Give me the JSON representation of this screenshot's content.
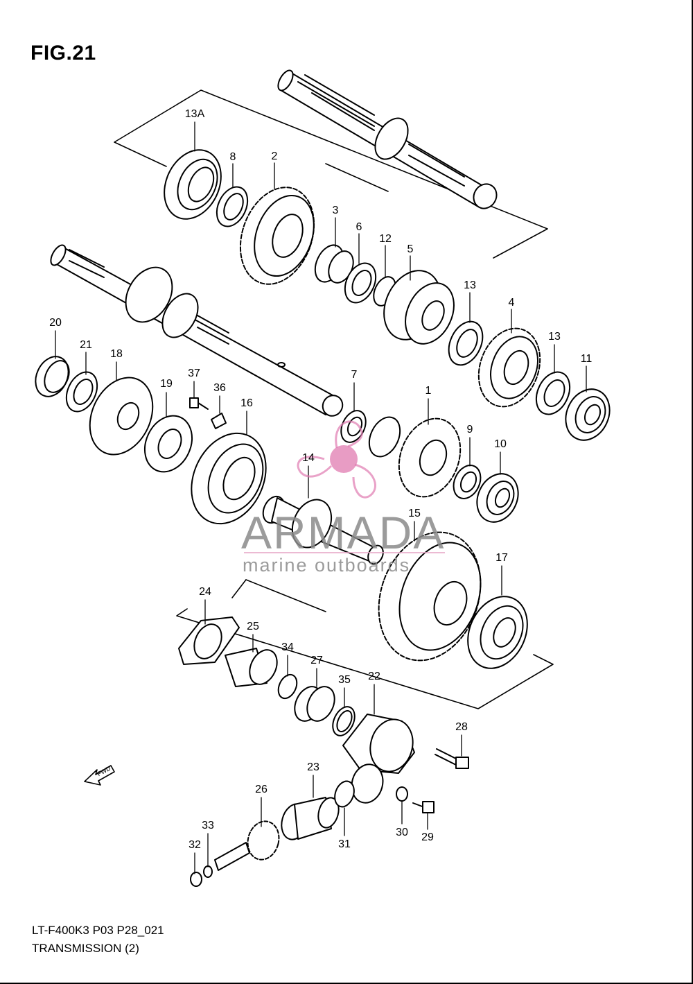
{
  "figure": {
    "title": "FIG.21"
  },
  "footer": {
    "model_code": "LT-F400K3 P03 P28_021",
    "diagram_title": "TRANSMISSION (2)"
  },
  "watermark": {
    "brand": "ARMADA",
    "tagline": "marine outboards",
    "accent_color": "#e07bb0",
    "text_color": "#8a8a8a"
  },
  "direction_badge": {
    "label": "FWD"
  },
  "callouts": [
    {
      "id": "13A"
    },
    {
      "id": "8"
    },
    {
      "id": "2"
    },
    {
      "id": "3"
    },
    {
      "id": "6"
    },
    {
      "id": "12"
    },
    {
      "id": "5"
    },
    {
      "id": "13"
    },
    {
      "id": "4"
    },
    {
      "id": "13"
    },
    {
      "id": "11"
    },
    {
      "id": "20"
    },
    {
      "id": "21"
    },
    {
      "id": "18"
    },
    {
      "id": "19"
    },
    {
      "id": "37"
    },
    {
      "id": "36"
    },
    {
      "id": "16"
    },
    {
      "id": "7"
    },
    {
      "id": "1"
    },
    {
      "id": "9"
    },
    {
      "id": "10"
    },
    {
      "id": "14"
    },
    {
      "id": "15"
    },
    {
      "id": "17"
    },
    {
      "id": "24"
    },
    {
      "id": "25"
    },
    {
      "id": "34"
    },
    {
      "id": "27"
    },
    {
      "id": "35"
    },
    {
      "id": "22"
    },
    {
      "id": "28"
    },
    {
      "id": "23"
    },
    {
      "id": "26"
    },
    {
      "id": "33"
    },
    {
      "id": "32"
    },
    {
      "id": "31"
    },
    {
      "id": "30"
    },
    {
      "id": "29"
    }
  ]
}
